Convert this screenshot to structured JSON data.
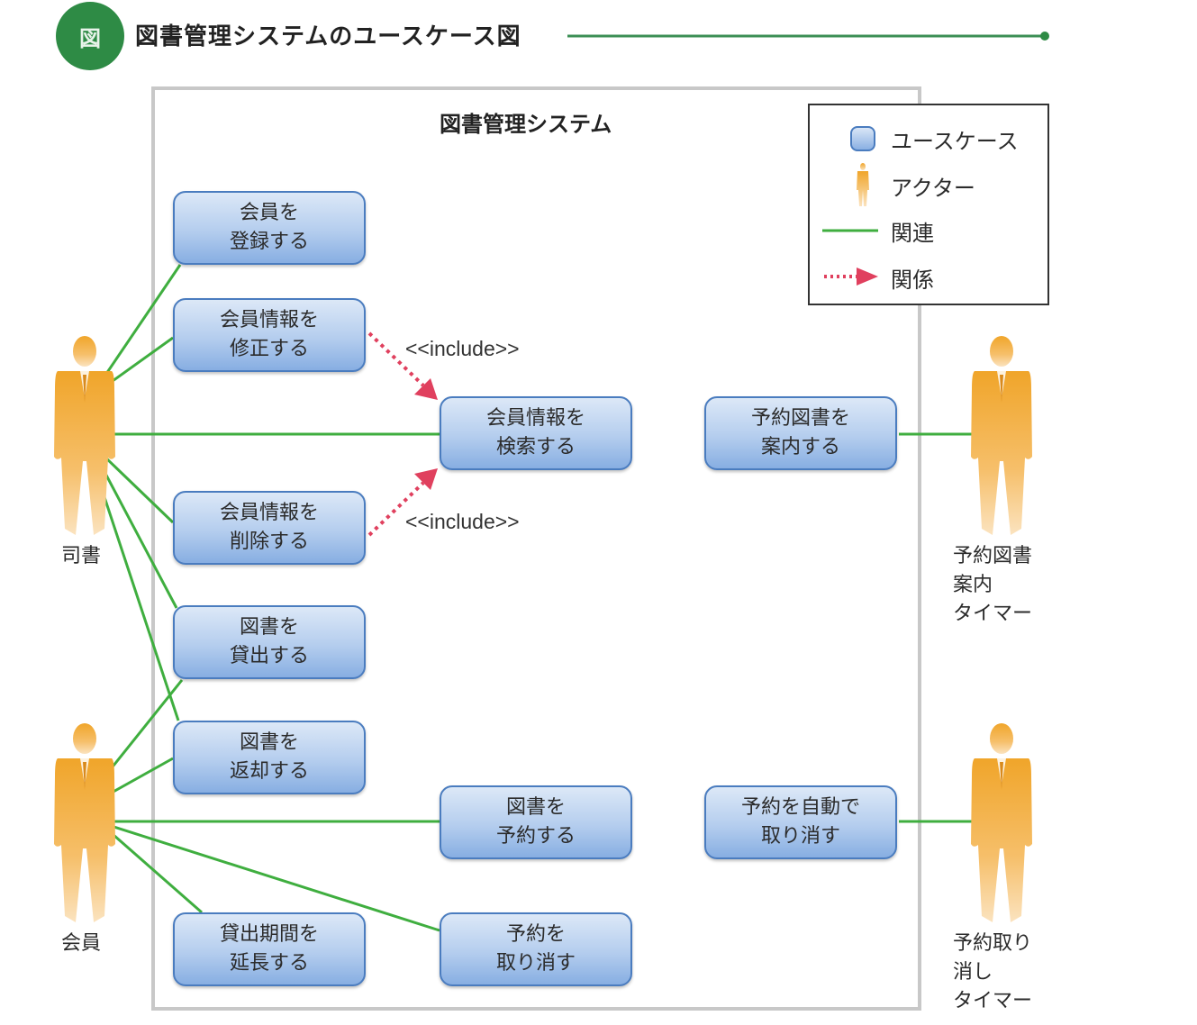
{
  "header": {
    "badge": "図",
    "title": "図書管理システムのユースケース図",
    "accent_color": "#2e8b45"
  },
  "system": {
    "title": "図書管理システム"
  },
  "legend": {
    "items": [
      {
        "icon": "use-case-icon",
        "label": "ユースケース"
      },
      {
        "icon": "actor-icon",
        "label": "アクター"
      },
      {
        "icon": "association-line-icon",
        "label": "関連"
      },
      {
        "icon": "relationship-arrow-icon",
        "label": "関係"
      }
    ]
  },
  "actors": {
    "librarian": {
      "label": "司書"
    },
    "member": {
      "label": "会員"
    },
    "reservation_notice_timer": {
      "lines": [
        "予約図書",
        "案内",
        "タイマー"
      ]
    },
    "reservation_cancel_timer": {
      "lines": [
        "予約取り",
        "消し",
        "タイマー"
      ]
    }
  },
  "use_cases": {
    "register_member": {
      "lines": [
        "会員を",
        "登録する"
      ]
    },
    "edit_member": {
      "lines": [
        "会員情報を",
        "修正する"
      ]
    },
    "search_member": {
      "lines": [
        "会員情報を",
        "検索する"
      ]
    },
    "delete_member": {
      "lines": [
        "会員情報を",
        "削除する"
      ]
    },
    "lend_book": {
      "lines": [
        "図書を",
        "貸出する"
      ]
    },
    "return_book": {
      "lines": [
        "図書を",
        "返却する"
      ]
    },
    "reserve_book": {
      "lines": [
        "図書を",
        "予約する"
      ]
    },
    "extend_loan": {
      "lines": [
        "貸出期間を",
        "延長する"
      ]
    },
    "cancel_reservation": {
      "lines": [
        "予約を",
        "取り消す"
      ]
    },
    "notify_reserved_book": {
      "lines": [
        "予約図書を",
        "案内する"
      ]
    },
    "auto_cancel_reservation": {
      "lines": [
        "予約を自動で",
        "取り消す"
      ]
    }
  },
  "relationships": {
    "include_1": "<<include>>",
    "include_2": "<<include>>"
  },
  "colors": {
    "association": "#3fae3f",
    "include_arrow": "#e0405e",
    "use_case_border": "#4a7cbf",
    "actor": "#f2a93b"
  }
}
